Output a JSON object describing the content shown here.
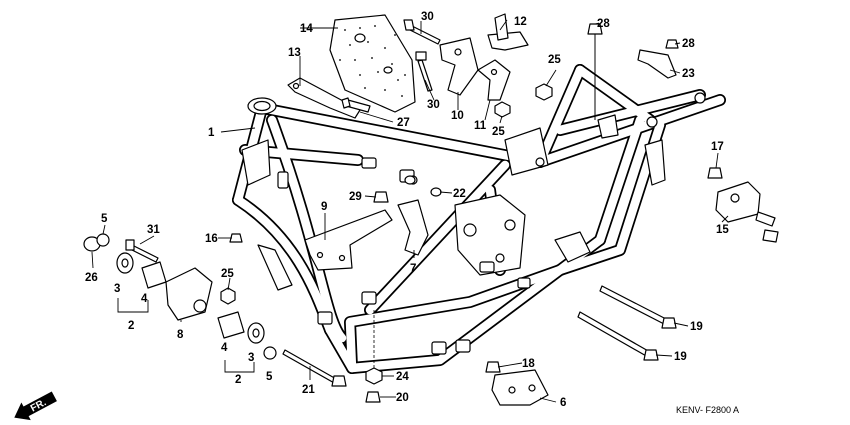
{
  "diagram": {
    "code": "KENV- F2800 A",
    "direction_label": "FR.",
    "callouts": [
      {
        "id": "c1",
        "text": "1"
      },
      {
        "id": "c2a",
        "text": "2"
      },
      {
        "id": "c2b",
        "text": "2"
      },
      {
        "id": "c3a",
        "text": "3"
      },
      {
        "id": "c3b",
        "text": "3"
      },
      {
        "id": "c4a",
        "text": "4"
      },
      {
        "id": "c4b",
        "text": "4"
      },
      {
        "id": "c5a",
        "text": "5"
      },
      {
        "id": "c5b",
        "text": "5"
      },
      {
        "id": "c6",
        "text": "6"
      },
      {
        "id": "c7",
        "text": "7"
      },
      {
        "id": "c8",
        "text": "8"
      },
      {
        "id": "c9",
        "text": "9"
      },
      {
        "id": "c10",
        "text": "10"
      },
      {
        "id": "c11",
        "text": "11"
      },
      {
        "id": "c12",
        "text": "12"
      },
      {
        "id": "c13",
        "text": "13"
      },
      {
        "id": "c14",
        "text": "14"
      },
      {
        "id": "c15",
        "text": "15"
      },
      {
        "id": "c16",
        "text": "16"
      },
      {
        "id": "c17",
        "text": "17"
      },
      {
        "id": "c18",
        "text": "18"
      },
      {
        "id": "c19a",
        "text": "19"
      },
      {
        "id": "c19b",
        "text": "19"
      },
      {
        "id": "c20",
        "text": "20"
      },
      {
        "id": "c21",
        "text": "21"
      },
      {
        "id": "c22",
        "text": "22"
      },
      {
        "id": "c23",
        "text": "23"
      },
      {
        "id": "c24",
        "text": "24"
      },
      {
        "id": "c25a",
        "text": "25"
      },
      {
        "id": "c25b",
        "text": "25"
      },
      {
        "id": "c25c",
        "text": "25"
      },
      {
        "id": "c26",
        "text": "26"
      },
      {
        "id": "c27",
        "text": "27"
      },
      {
        "id": "c28a",
        "text": "28"
      },
      {
        "id": "c28b",
        "text": "28"
      },
      {
        "id": "c29",
        "text": "29"
      },
      {
        "id": "c30a",
        "text": "30"
      },
      {
        "id": "c30b",
        "text": "30"
      },
      {
        "id": "c31",
        "text": "31"
      }
    ]
  }
}
